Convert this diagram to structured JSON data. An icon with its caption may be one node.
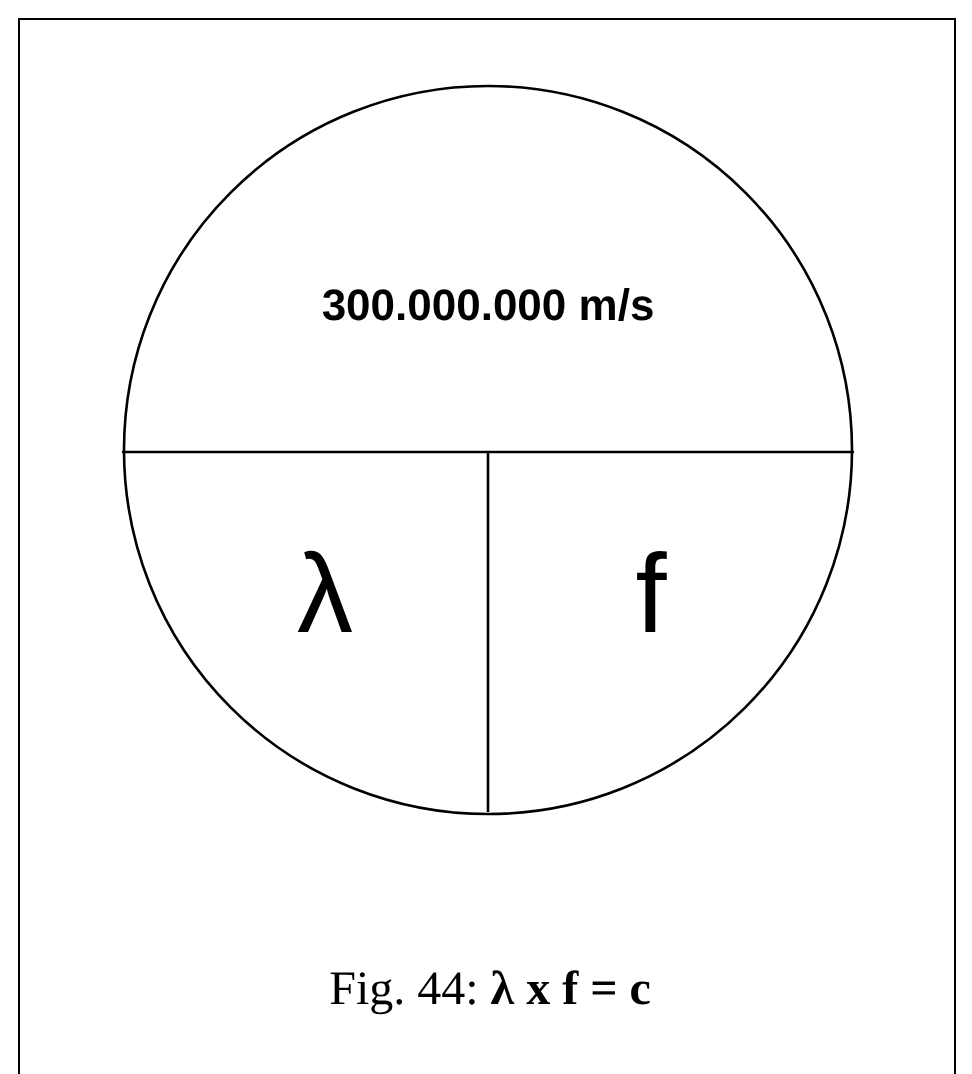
{
  "diagram": {
    "caption": "Fig. 44: **λ x f = c**",
    "nodes": [
      {
        "text": [
          "300.000.000 m/s"
        ]
      },
      {
        "text": [
          "λ"
        ],
        "in": 0
      },
      {
        "text": [
          "f"
        ],
        "in": 0
      }
    ]
  }
}
